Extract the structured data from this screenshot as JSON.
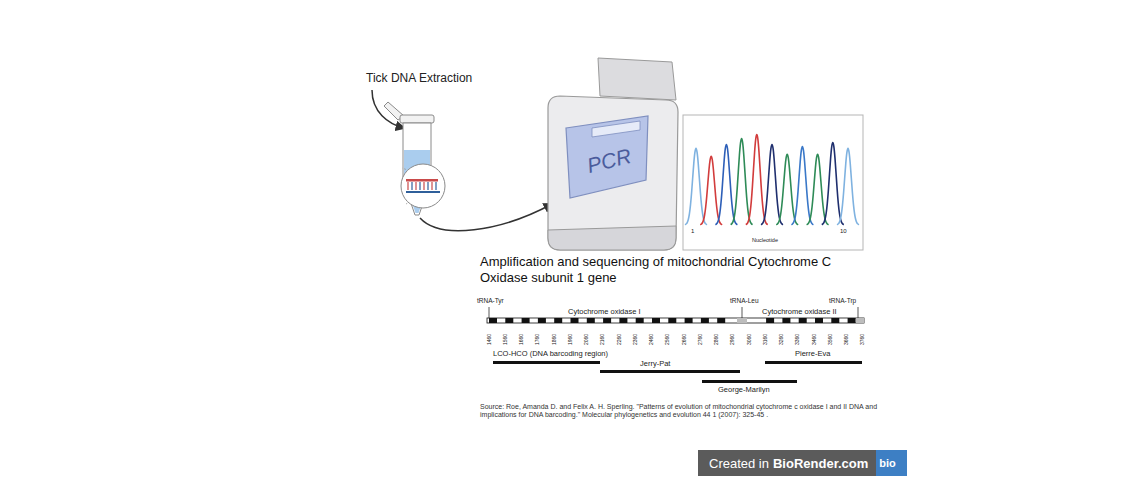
{
  "diagram": {
    "nodes": [
      {
        "text": [
          "PCR"
        ]
      },
      {
        "text": [
          "Created in",
          "BioRender.com"
        ]
      },
      {
        "text": [
          "bio"
        ],
        "in": 1
      }
    ],
    "labels": [
      "Tick DNA Extraction",
      "1",
      "Nucleotide",
      "10",
      "Amplification and sequencing of mitochondrial Cytochrome C Oxidase subunit 1 gene",
      "tRNA-Tyr",
      "Cytochrome oxidase I",
      "tRNA-Leu",
      "Cytochrome oxidase II",
      "tRNA-Trp",
      "1460",
      "1560",
      "1660",
      "1760",
      "1860",
      "1960",
      "2060",
      "2160",
      "2260",
      "2360",
      "2460",
      "2560",
      "2660",
      "2760",
      "2860",
      "2960",
      "3060",
      "3160",
      "3260",
      "3360",
      "3460",
      "3560",
      "3660",
      "3760",
      "LCO-HCO (DNA barcoding region)",
      "Jerry-Pat",
      "George-Marilyn",
      "Pierre-Eva",
      "Source: Roe, Amanda D. and Felix A. H. Sperling. \"Patterns of evolution of mitochondrial cytochrome c oxidase I and II DNA and implications for DNA barcoding.\" Molecular phylogenetics and evolution 44 1 (2007): 325-45 ."
    ]
  }
}
